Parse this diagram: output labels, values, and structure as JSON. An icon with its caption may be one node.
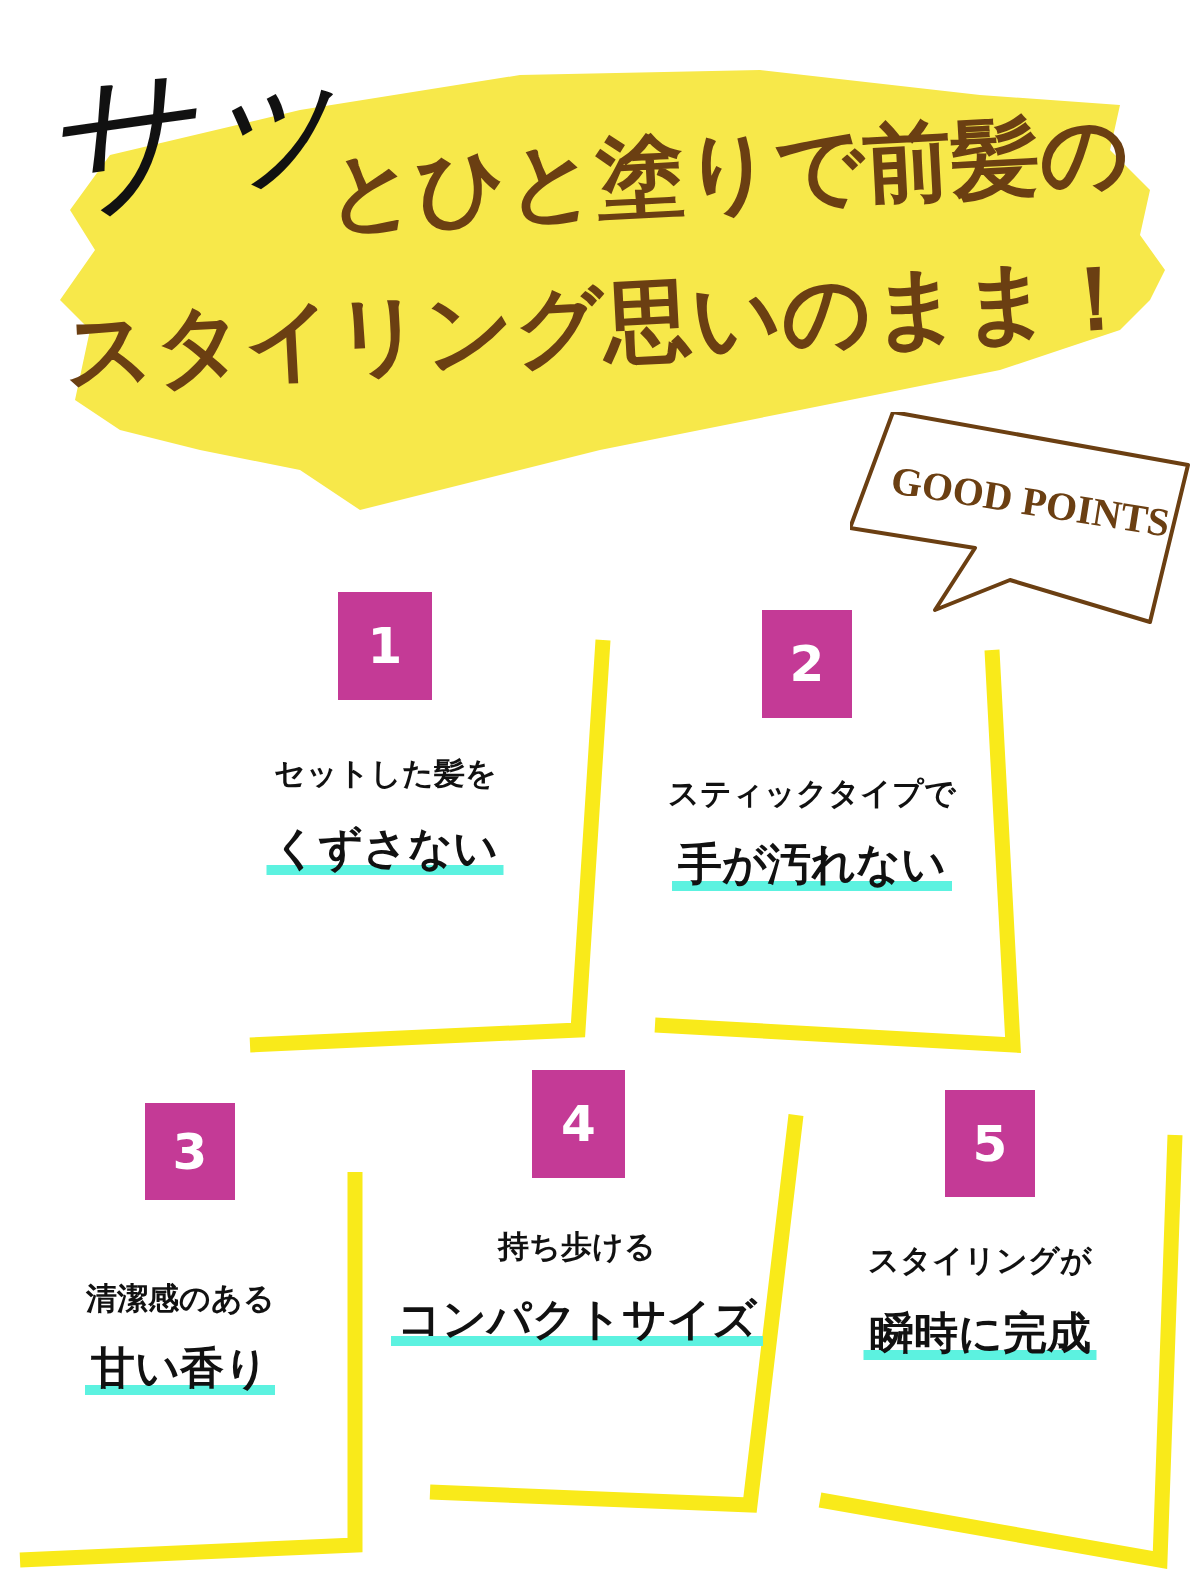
{
  "diagram": {
    "title": "とひと塗りで前髪のスタイリング思いのまま！",
    "nodes": [
      {
        "text": [
          "GOOD POINTS"
        ]
      },
      {
        "text": [
          "セットした髪を",
          "くずさない"
        ]
      },
      {
        "text": [
          "1"
        ]
      },
      {
        "text": [
          "スティックタイプで",
          "手が汚れない"
        ]
      },
      {
        "text": [
          "2"
        ]
      },
      {
        "text": [
          "清潔感のある",
          "甘い香り"
        ]
      },
      {
        "text": [
          "3"
        ]
      },
      {
        "text": [
          "持ち歩ける",
          "コンパクトサイズ"
        ]
      },
      {
        "text": [
          "4"
        ]
      },
      {
        "text": [
          "スタイリングが",
          "瞬時に完成"
        ]
      },
      {
        "text": [
          "5"
        ]
      }
    ],
    "labels": [
      "サッ"
    ]
  }
}
